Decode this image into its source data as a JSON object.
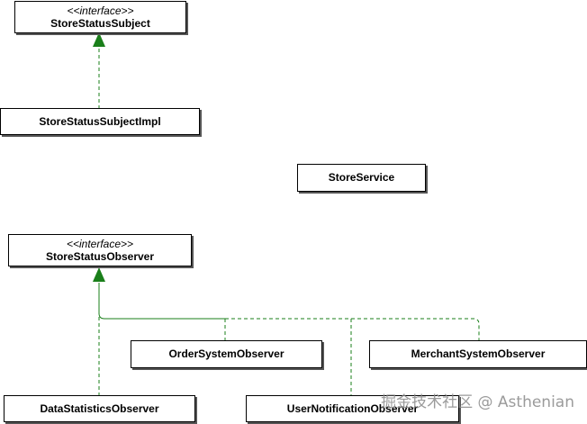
{
  "diagram": {
    "classes": {
      "subject": {
        "stereotype": "<<interface>>",
        "name": "StoreStatusSubject"
      },
      "subject_impl": {
        "name": "StoreStatusSubjectImpl"
      },
      "store_service": {
        "name": "StoreService"
      },
      "observer": {
        "stereotype": "<<interface>>",
        "name": "StoreStatusObserver"
      },
      "order_observer": {
        "name": "OrderSystemObserver"
      },
      "merchant_observer": {
        "name": "MerchantSystemObserver"
      },
      "data_observer": {
        "name": "DataStatisticsObserver"
      },
      "user_observer": {
        "name": "UserNotificationObserver"
      }
    },
    "relations": [
      {
        "from": "StoreStatusSubjectImpl",
        "to": "StoreStatusSubject",
        "type": "realization"
      },
      {
        "from": "OrderSystemObserver",
        "to": "StoreStatusObserver",
        "type": "realization"
      },
      {
        "from": "MerchantSystemObserver",
        "to": "StoreStatusObserver",
        "type": "realization"
      },
      {
        "from": "DataStatisticsObserver",
        "to": "StoreStatusObserver",
        "type": "realization"
      },
      {
        "from": "UserNotificationObserver",
        "to": "StoreStatusObserver",
        "type": "realization"
      }
    ],
    "colors": {
      "link": "#1a7f1a",
      "border": "#000000",
      "shadow": "#555555"
    }
  },
  "watermark": "掘金技术社区 @ Asthenian"
}
